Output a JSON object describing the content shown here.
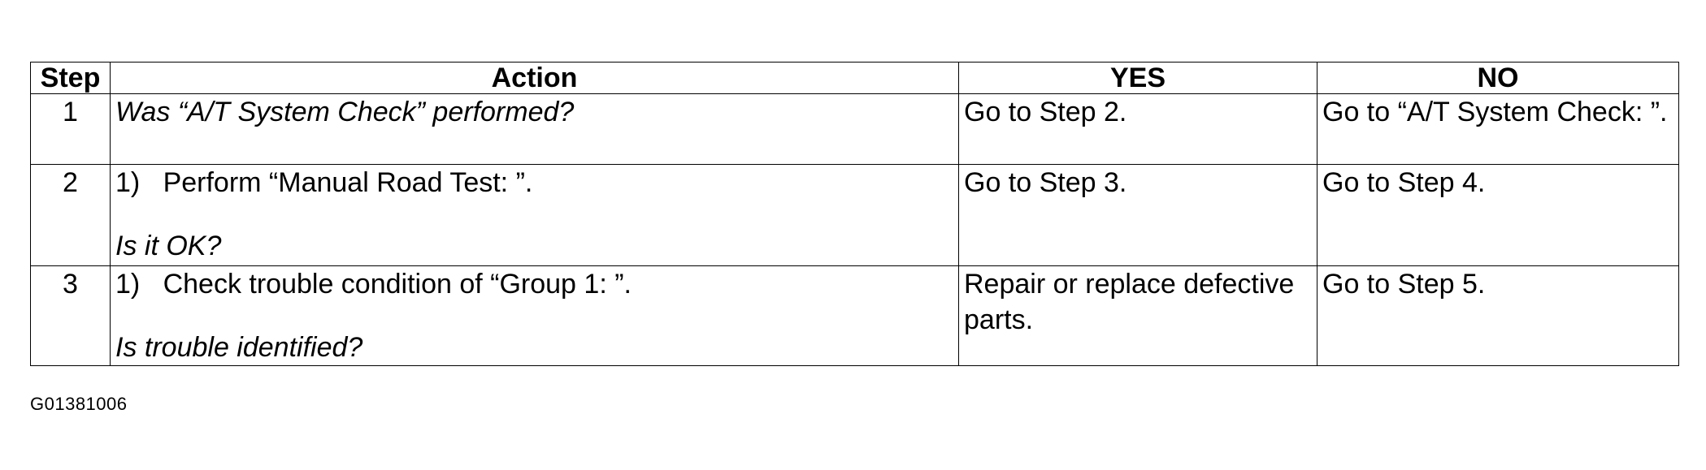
{
  "table": {
    "headers": {
      "step": "Step",
      "action": "Action",
      "yes": "YES",
      "no": "NO"
    },
    "rows": [
      {
        "step": "1",
        "action_substep": "",
        "action_question": "Was “A/T System Check” performed?",
        "yes": "Go to Step 2.",
        "no": "Go to “A/T System Check: ”."
      },
      {
        "step": "2",
        "action_substep": "1)   Perform “Manual Road Test: ”.",
        "action_question": "Is it OK?",
        "yes": "Go to Step 3.",
        "no": "Go to Step 4."
      },
      {
        "step": "3",
        "action_substep": "1)   Check trouble condition of “Group 1: ”.",
        "action_question": "Is trouble identified?",
        "yes": "Repair or replace defective parts.",
        "no": "Go to Step 5."
      }
    ]
  },
  "figure_id": "G01381006"
}
